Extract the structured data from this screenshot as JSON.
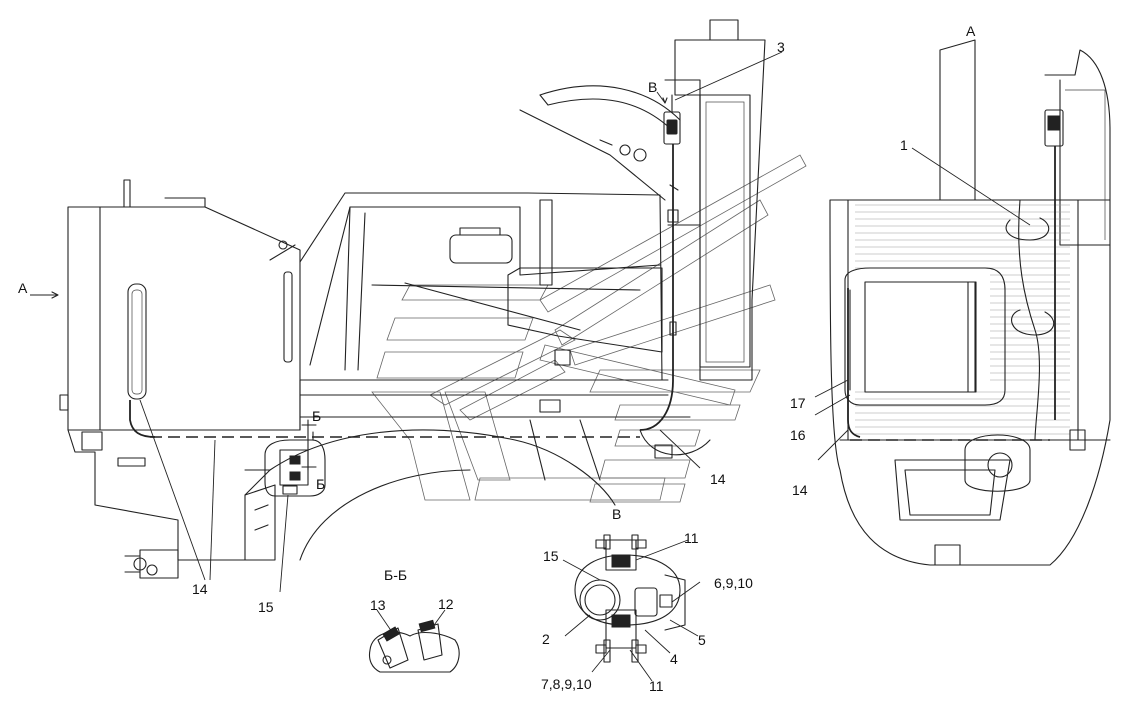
{
  "view_labels": {
    "view_a_left": "А",
    "view_a_title": "А",
    "view_b": "В",
    "view_b_bottom": "В",
    "section_bb_top": "Б",
    "section_bb_bottom": "Б",
    "section_bb_title": "Б-Б"
  },
  "callouts": {
    "c3": "3",
    "c1": "1",
    "c17": "17",
    "c16": "16",
    "c14_right": "14",
    "c14_mid": "14",
    "c14_left": "14",
    "c15_left": "15",
    "c15_detail": "15",
    "c11_top": "11",
    "c6_9_10": "6,9,10",
    "c5": "5",
    "c4": "4",
    "c2": "2",
    "c7_8_9_10": "7,8,9,10",
    "c11_bottom": "11",
    "c13": "13",
    "c12": "12"
  }
}
